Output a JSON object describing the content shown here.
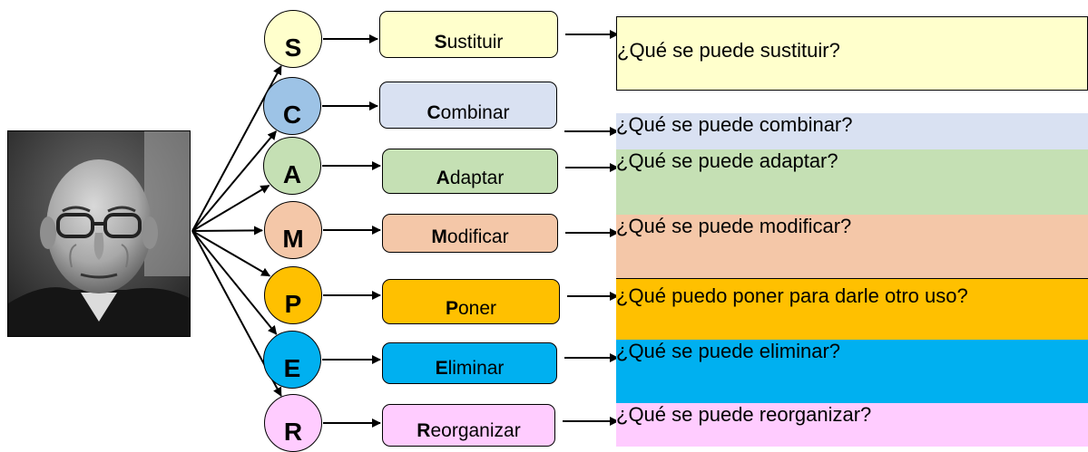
{
  "colors": {
    "yellow": "#ffffcc",
    "lavender": "#d9e1f2",
    "green": "#c5e0b4",
    "salmon": "#f4c7a8",
    "orange": "#ffc000",
    "blue": "#00b0f0",
    "pink": "#ffccff",
    "circle_c": "#9dc3e6",
    "circle_r": "#ffccff"
  },
  "photo": {
    "icon": "portrait-photo"
  },
  "rows": [
    {
      "letter": "S",
      "initial": "S",
      "rest": "ustituir",
      "question": "¿Qué se puede sustituir?"
    },
    {
      "letter": "C",
      "initial": "C",
      "rest": "ombinar",
      "question": "¿Qué se puede combinar?"
    },
    {
      "letter": "A",
      "initial": "A",
      "rest": "daptar",
      "question": "¿Qué se puede adaptar?"
    },
    {
      "letter": "M",
      "initial": "M",
      "rest": "odificar",
      "question": "¿Qué se puede modificar?"
    },
    {
      "letter": "P",
      "initial": "P",
      "rest": "oner",
      "question": "¿Qué puedo poner para darle otro uso?"
    },
    {
      "letter": "E",
      "initial": "E",
      "rest": "liminar",
      "question": "¿Qué se puede eliminar?"
    },
    {
      "letter": "R",
      "initial": "R",
      "rest": "eorganizar",
      "question": "¿Qué se puede reorganizar?"
    }
  ]
}
